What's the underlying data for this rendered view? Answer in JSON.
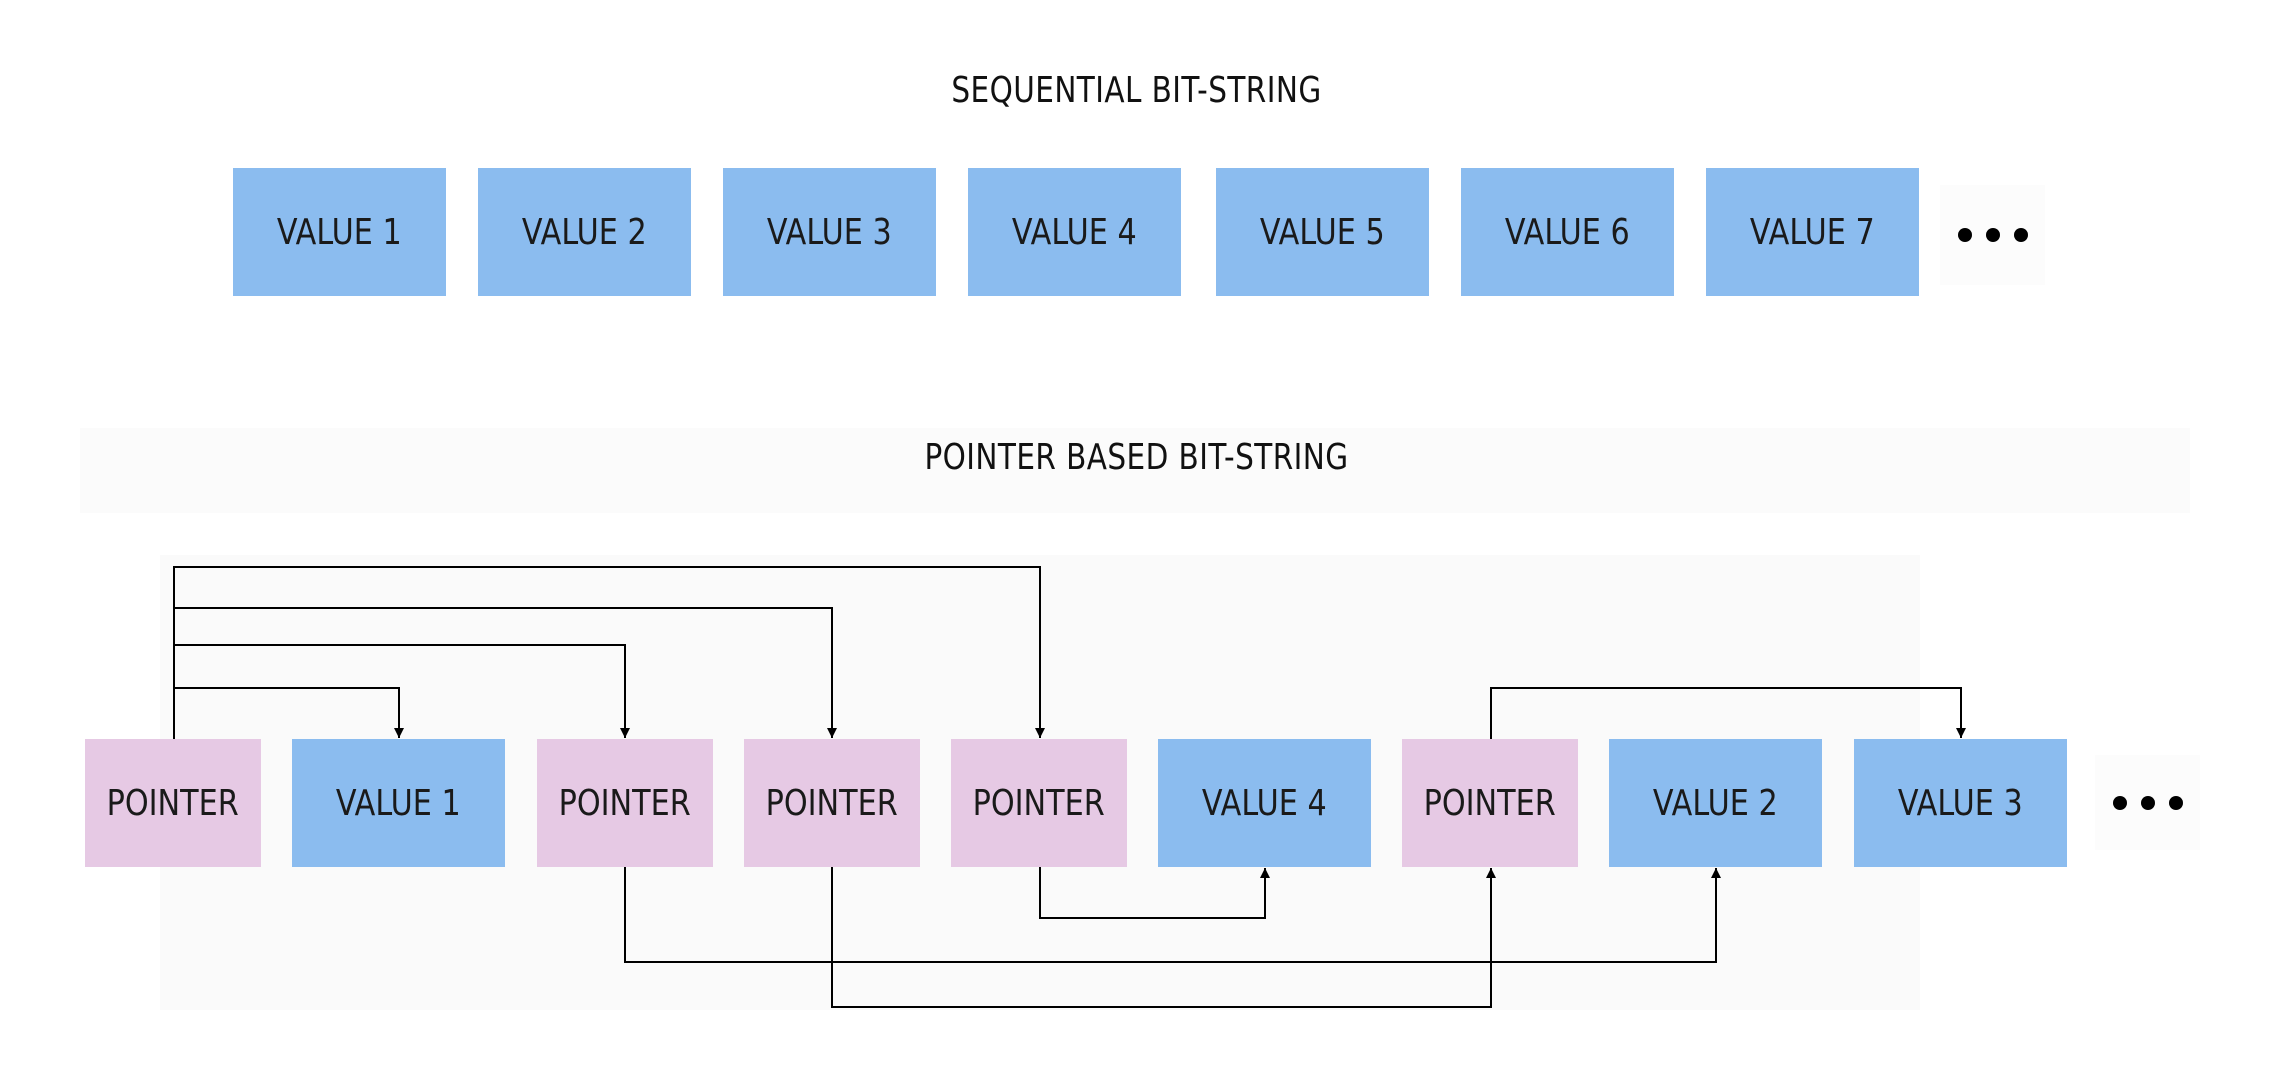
{
  "sequential": {
    "title": "SEQUENTIAL BIT-STRING",
    "cells": [
      "VALUE 1",
      "VALUE 2",
      "VALUE 3",
      "VALUE 4",
      "VALUE 5",
      "VALUE 6",
      "VALUE 7"
    ]
  },
  "pointer_based": {
    "title": "POINTER BASED BIT-STRING",
    "cells": [
      {
        "kind": "pointer",
        "label": "POINTER"
      },
      {
        "kind": "value",
        "label": "VALUE 1"
      },
      {
        "kind": "pointer",
        "label": "POINTER"
      },
      {
        "kind": "pointer",
        "label": "POINTER"
      },
      {
        "kind": "pointer",
        "label": "POINTER"
      },
      {
        "kind": "value",
        "label": "VALUE 4"
      },
      {
        "kind": "pointer",
        "label": "POINTER"
      },
      {
        "kind": "value",
        "label": "VALUE 2"
      },
      {
        "kind": "value",
        "label": "VALUE 3"
      }
    ],
    "links": [
      {
        "from": 0,
        "to": 4
      },
      {
        "from": 0,
        "to": 3
      },
      {
        "from": 0,
        "to": 2
      },
      {
        "from": 0,
        "to": 1
      },
      {
        "from": 6,
        "to": 8
      },
      {
        "from": 4,
        "to": 5
      },
      {
        "from": 2,
        "to": 7
      },
      {
        "from": 3,
        "to": 6
      }
    ]
  },
  "colors": {
    "value": "#8bbcef",
    "pointer": "#e6c9e4",
    "arrow": "#000000"
  }
}
